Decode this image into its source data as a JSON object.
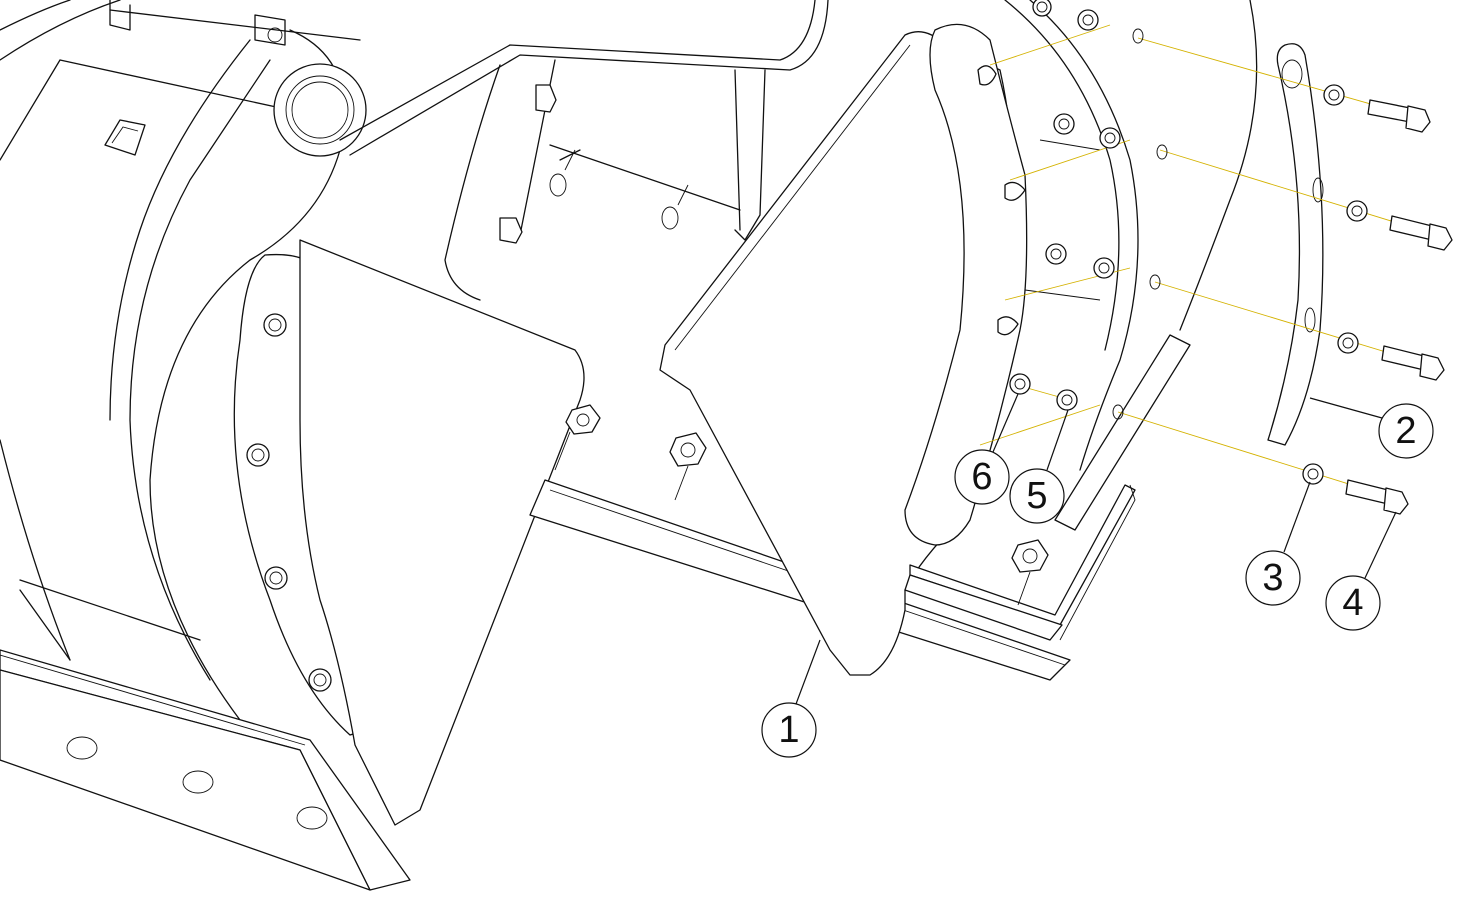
{
  "callouts": [
    {
      "id": "1",
      "label": "1"
    },
    {
      "id": "2",
      "label": "2"
    },
    {
      "id": "3",
      "label": "3"
    },
    {
      "id": "4",
      "label": "4"
    },
    {
      "id": "5",
      "label": "5"
    },
    {
      "id": "6",
      "label": "6"
    }
  ],
  "colors": {
    "line": "#111111",
    "guide": "#d4b200",
    "background": "#ffffff"
  }
}
